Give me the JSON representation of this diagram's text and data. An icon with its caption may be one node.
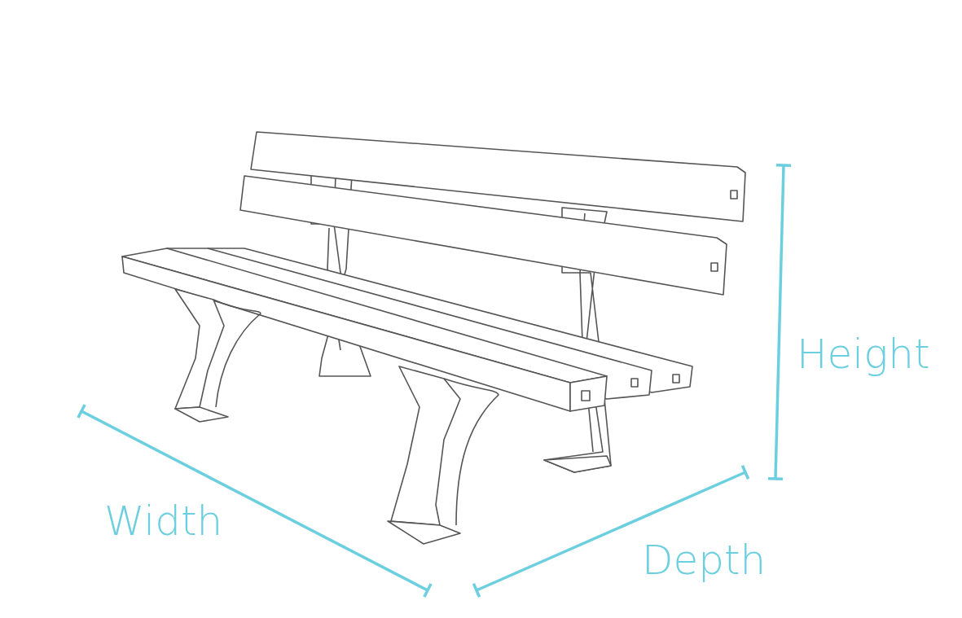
{
  "diagram": {
    "labels": [
      "Height",
      "Width",
      "Depth"
    ]
  }
}
